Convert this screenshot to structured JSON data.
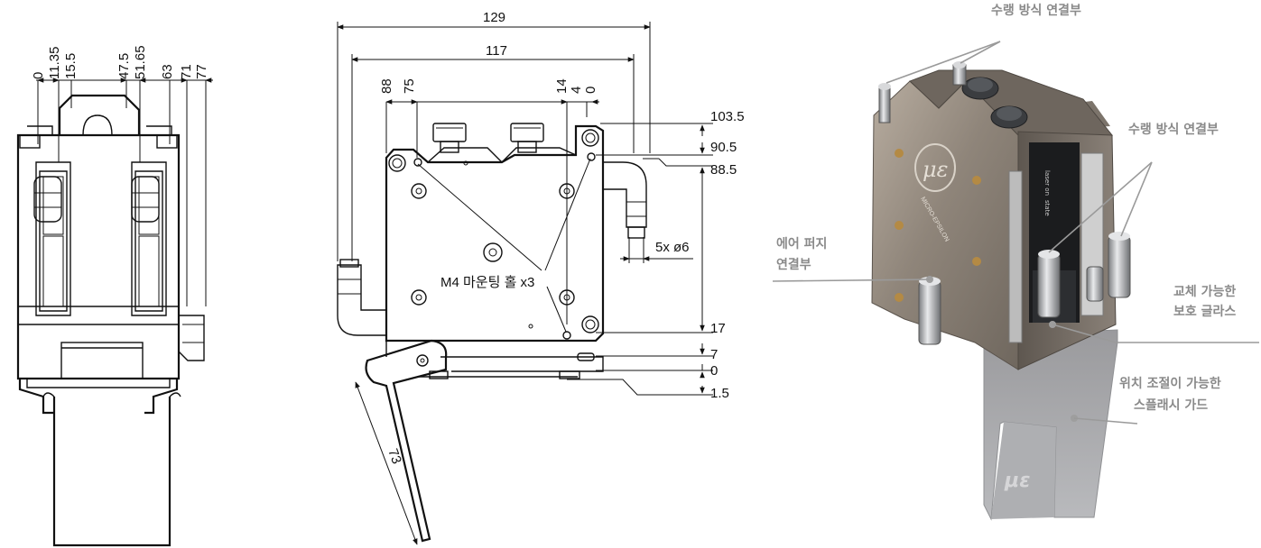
{
  "left_view": {
    "dims": [
      "0",
      "11.35",
      "15.5",
      "47.5",
      "51.65",
      "63",
      "71",
      "77"
    ]
  },
  "center_view": {
    "top_dims": {
      "w129": "129",
      "w117": "117"
    },
    "upper_dims": [
      "88",
      "75",
      "14",
      "4",
      "0"
    ],
    "right_dims": [
      "103.5",
      "90.5",
      "88.5",
      "17",
      "7",
      "0",
      "1.5"
    ],
    "hole_note": "5x ø6",
    "mount_note": "M4 마운팅 홀 x3",
    "guard_len": "73"
  },
  "photo": {
    "callout_top": "수랭 방식 연결부",
    "callout_right": "수랭 방식 연결부",
    "callout_air_1": "에어 퍼지",
    "callout_air_2": "연결부",
    "callout_glass_1": "교체 가능한",
    "callout_glass_2": "보호 글라스",
    "callout_guard_1": "위치 조절이 가능한",
    "callout_guard_2": "스플래시 가드",
    "brand": "MICRO-EPSILON",
    "laser_label": "laser on",
    "state_label": "state"
  }
}
